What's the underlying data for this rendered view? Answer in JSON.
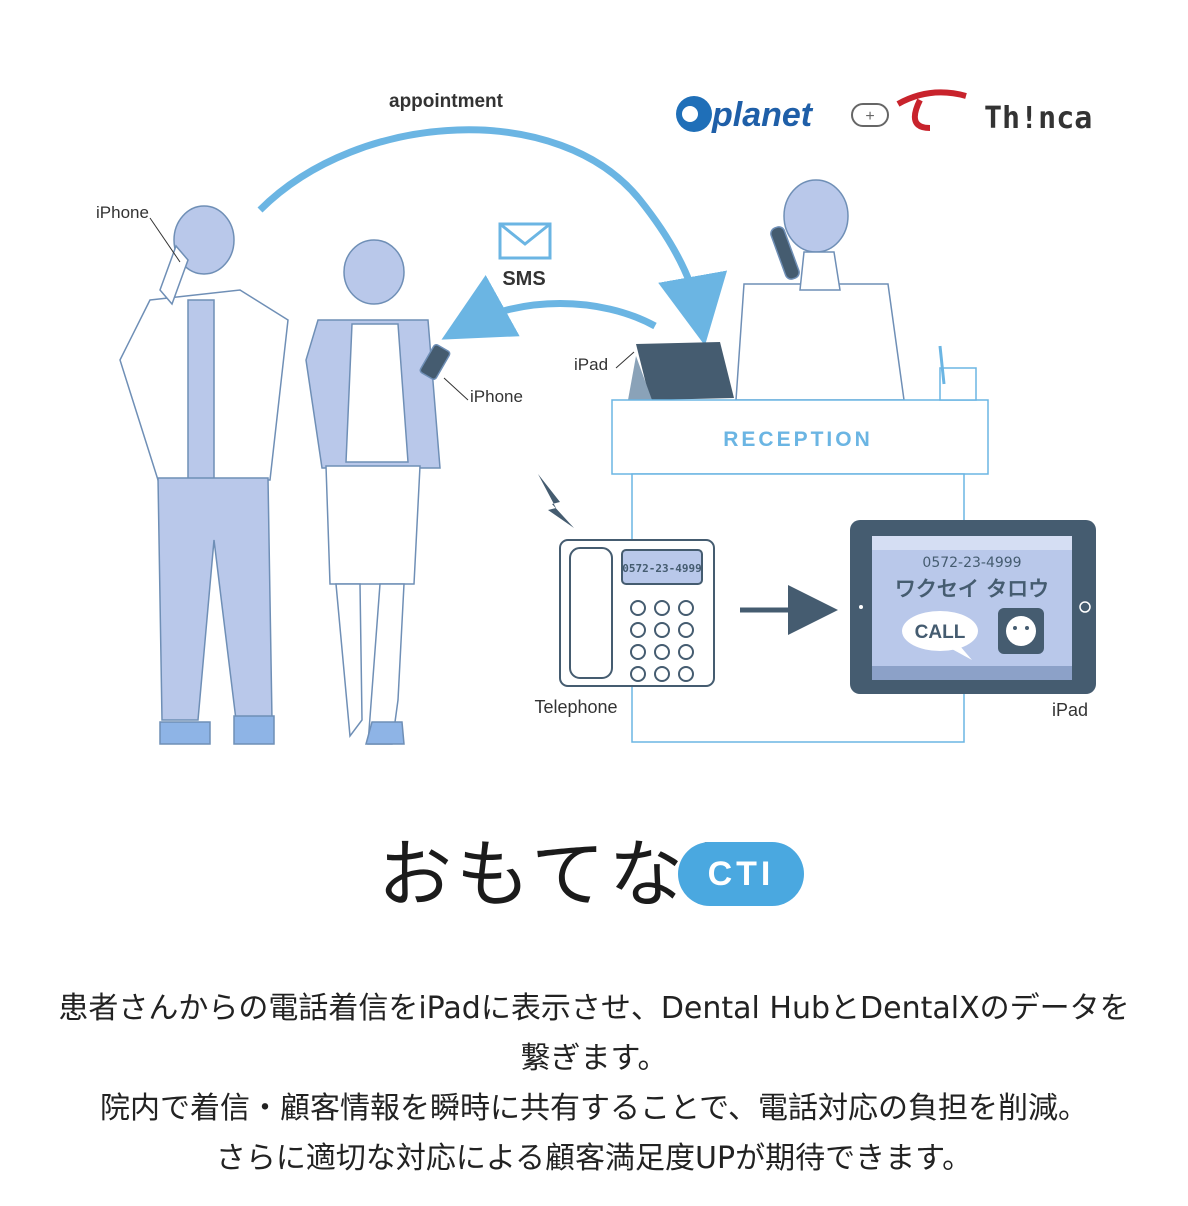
{
  "scene": {
    "arrow_top_label": "appointment",
    "sms_label": "SMS",
    "iphone_label_man": "iPhone",
    "iphone_label_woman": "iPhone",
    "ipad_label_desk": "iPad",
    "reception_label": "RECEPTION",
    "phone_display_number": "0572-23-4999",
    "telephone_label": "Telephone",
    "ipad_screen_number": "0572-23-4999",
    "ipad_screen_name": "ワクセイ タロウ",
    "call_bubble": "CALL",
    "ipad_label_bottom": "iPad",
    "logo_planet": "planet",
    "logo_plus": "+",
    "logo_thinca": "Th!nca"
  },
  "title": {
    "main": "おもてなし",
    "badge": "CTI"
  },
  "description": {
    "line1": "患者さんからの電話着信をiPadに表示させ、Dental HubとDentalXのデータを",
    "line2": "繋ぎます。",
    "line3": "院内で着信・顧客情報を瞬時に共有することで、電話対応の負担を削減。",
    "line4": "さらに適切な対応による顧客満足度UPが期待できます。"
  },
  "colors": {
    "accent_blue": "#4aa8e0",
    "figure_blue": "#b9c8ea",
    "dark_slate": "#455c70",
    "arrow_blue": "#6bb5e3"
  }
}
